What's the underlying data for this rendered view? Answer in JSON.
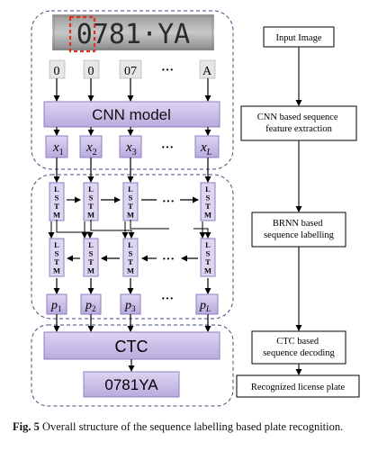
{
  "plate": {
    "text": "0781·YA"
  },
  "crops": [
    "0",
    "0",
    "07",
    "···",
    "A"
  ],
  "cnn": {
    "label": "CNN model"
  },
  "features": [
    "x",
    "x",
    "x",
    "···",
    "x"
  ],
  "feature_subs": [
    "1",
    "2",
    "3",
    "",
    "L"
  ],
  "lstm": {
    "letters": [
      "L",
      "S",
      "T",
      "M"
    ]
  },
  "dots": "···",
  "outputs": [
    "p",
    "p",
    "p",
    "···",
    "p"
  ],
  "output_subs": [
    "1",
    "2",
    "3",
    "",
    "L"
  ],
  "ctc": {
    "label": "CTC"
  },
  "result": {
    "label": "0781YA"
  },
  "pipeline": {
    "steps": [
      "Input Image",
      "CNN based sequence feature extraction",
      "BRNN based sequence labelling",
      "CTC based sequence decoding",
      "Recognized license plate"
    ]
  },
  "caption": {
    "prefix": "Fig. 5",
    "text": "Overall structure of the sequence labelling based plate recognition."
  },
  "colors": {
    "purple": "#c9bde6",
    "purple_dark": "#8e7fbf",
    "dashed": "#3b4f7a",
    "crop_red": "#e0301e",
    "line": "#000000"
  }
}
